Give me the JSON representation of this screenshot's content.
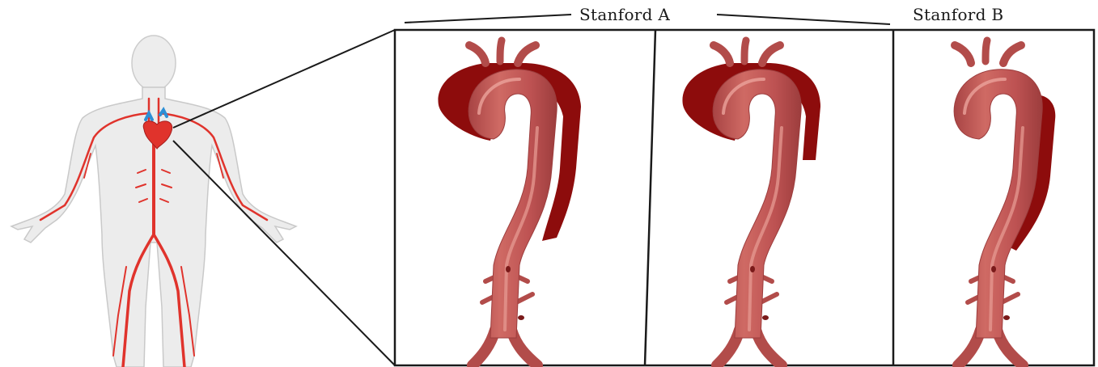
{
  "labels": {
    "stanford_a": "Stanford A",
    "stanford_b": "Stanford B"
  },
  "colors": {
    "vessel": "#bf5454",
    "vessel_highlight": "#e08a84",
    "dissection": "#8d0c0c",
    "artery_red": "#e0332c",
    "vein_blue": "#2d8fd6",
    "body": "#ececec",
    "body_outline": "#c9c9c9",
    "frame": "#1a1a1a"
  },
  "panels": [
    {
      "id": "type-a-arch-descending",
      "group": "stanford_a",
      "dissection": "ascending-arch-descending"
    },
    {
      "id": "type-a-ascending-only",
      "group": "stanford_a",
      "dissection": "ascending-arch"
    },
    {
      "id": "type-b-descending",
      "group": "stanford_b",
      "dissection": "descending"
    }
  ]
}
